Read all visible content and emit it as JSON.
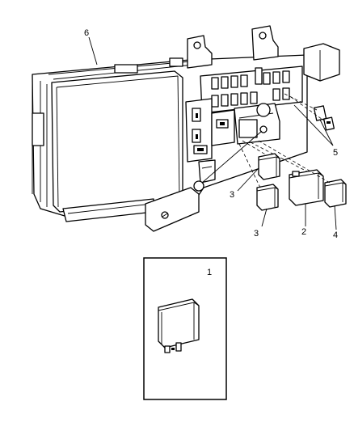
{
  "callouts": {
    "fuse_box": "6",
    "fuses": "5",
    "relay_mini_a": "3",
    "relay_mini_b": "3",
    "relay_large": "2",
    "relay_small": "4",
    "relay_detail": "1"
  }
}
